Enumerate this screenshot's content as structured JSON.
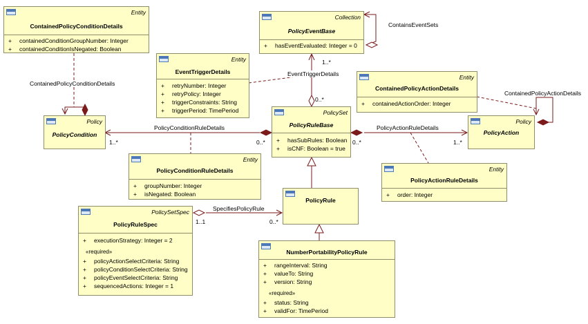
{
  "classes": {
    "contained_policy_condition_details": {
      "stereotype": "Entity",
      "name": "ContainedPolicyConditionDetails",
      "attributes": [
        {
          "vis": "+",
          "text": "containedConditionGroupNumber: Integer"
        },
        {
          "vis": "+",
          "text": "containedConditionIsNegated: Boolean"
        }
      ]
    },
    "policy_event_base": {
      "stereotype": "Collection",
      "name": "PolicyEventBase",
      "attributes": [
        {
          "vis": "+",
          "text": "hasEventEvaluated: Integer = 0"
        }
      ]
    },
    "event_trigger_details": {
      "stereotype": "Entity",
      "name": "EventTriggerDetails",
      "attributes": [
        {
          "vis": "+",
          "text": "retryNumber: Integer"
        },
        {
          "vis": "+",
          "text": "retryPolicy: Integer"
        },
        {
          "vis": "+",
          "text": "triggerConstraints: String"
        },
        {
          "vis": "+",
          "text": "triggerPeriod: TimePeriod"
        }
      ]
    },
    "contained_policy_action_details": {
      "stereotype": "Entity",
      "name": "ContainedPolicyActionDetails",
      "attributes": [
        {
          "vis": "+",
          "text": "containedActionOrder: Integer"
        }
      ]
    },
    "policy_condition": {
      "stereotype": "Policy",
      "name": "PolicyCondition"
    },
    "policy_rule_base": {
      "stereotype": "PolicySet",
      "name": "PolicyRuleBase",
      "attributes": [
        {
          "vis": "+",
          "text": "hasSubRules: Boolean"
        },
        {
          "vis": "+",
          "text": "isCNF: Boolean = true"
        }
      ]
    },
    "policy_action": {
      "stereotype": "Policy",
      "name": "PolicyAction"
    },
    "policy_condition_rule_details": {
      "stereotype": "Entity",
      "name": "PolicyConditionRuleDetails",
      "attributes": [
        {
          "vis": "+",
          "text": "groupNumber: Integer"
        },
        {
          "vis": "+",
          "text": "isNegated: Boolean"
        }
      ]
    },
    "policy_action_rule_details": {
      "stereotype": "Entity",
      "name": "PolicyActionRuleDetails",
      "attributes": [
        {
          "vis": "+",
          "text": "order: Integer"
        }
      ]
    },
    "policy_rule": {
      "name": "PolicyRule"
    },
    "policy_rule_spec": {
      "stereotype": "PolicySetSpec",
      "name": "PolicyRuleSpec",
      "attributes": [
        {
          "vis": "+",
          "text": "executionStrategy: Integer = 2"
        }
      ],
      "required_label": "«required»",
      "required_attributes": [
        {
          "vis": "+",
          "text": "policyActionSelectCriteria: String"
        },
        {
          "vis": "+",
          "text": "policyConditionSelectCriteria: String"
        },
        {
          "vis": "+",
          "text": "policyEventSelectCriteria: String"
        },
        {
          "vis": "+",
          "text": "sequencedActions: Integer = 1"
        }
      ]
    },
    "number_portability_policy_rule": {
      "name": "NumberPortabilityPolicyRule",
      "attributes": [
        {
          "vis": "+",
          "text": "rangeInterval: String"
        },
        {
          "vis": "+",
          "text": "valueTo: String"
        },
        {
          "vis": "+",
          "text": "version: String"
        }
      ],
      "required_label": "«required»",
      "required_attributes": [
        {
          "vis": "+",
          "text": "status: String"
        },
        {
          "vis": "+",
          "text": "validFor: TimePeriod"
        }
      ]
    }
  },
  "associations": {
    "contains_event_sets": "ContainsEventSets",
    "event_trigger_details": "EventTriggerDetails",
    "contained_policy_condition_details": "ContainedPolicyConditionDetails",
    "contained_policy_action_details": "ContainedPolicyActionDetails",
    "policy_condition_rule_details": "PolicyConditionRuleDetails",
    "policy_action_rule_details": "PolicyActionRuleDetails",
    "specifies_policy_rule": "SpecifiesPolicyRule"
  },
  "multiplicities": {
    "event_base_bottom": "1..*",
    "rule_base_top": "0..*",
    "condition_right": "1..*",
    "rule_base_left": "0..*",
    "rule_base_right": "0..*",
    "action_left": "1..*",
    "spec_right": "1..1",
    "rule_left": "0..*"
  },
  "colors": {
    "class_fill": "#fefec6",
    "class_border": "#8d8d6a",
    "link": "#7a1a1a",
    "icon": "#4c78b8"
  }
}
